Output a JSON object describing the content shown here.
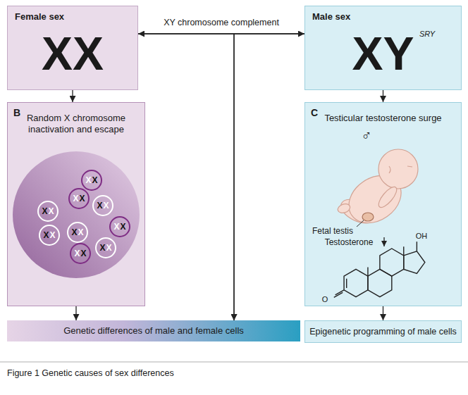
{
  "diagram": {
    "caption": "Figure 1 Genetic causes of sex differences",
    "nodes": [
      {
        "text": [
          "Female sex",
          "XX"
        ]
      },
      {
        "text": [
          "Male sex",
          "XY"
        ]
      },
      {
        "text": [
          "B",
          "Random X chromosome inactivation and escape"
        ]
      },
      {
        "text": [
          "C",
          "Testicular testosterone surge"
        ]
      },
      {
        "text": [
          "Genetic differences of male and female cells"
        ]
      },
      {
        "text": [
          "Epigenetic programming of male cells"
        ]
      }
    ],
    "edges": [
      {
        "from": 0,
        "to": 1,
        "arrow": "both",
        "label": "XY chromosome complement"
      },
      {
        "from": 0,
        "to": 2,
        "arrow": "to"
      },
      {
        "from": 1,
        "to": 3,
        "arrow": "to"
      },
      {
        "from": 2,
        "to": 4,
        "arrow": "to"
      },
      {
        "from": 3,
        "to": 5,
        "arrow": "to"
      },
      {
        "from": 0,
        "to": 4,
        "arrow": "to"
      },
      {
        "from": 1,
        "to": 4,
        "arrow": "to"
      }
    ],
    "labels": [
      "SRY",
      "X",
      "X",
      "X",
      "X",
      "X",
      "X",
      "X",
      "X",
      "X",
      "X",
      "X",
      "X",
      "X",
      "X",
      "X",
      "X",
      "X",
      "X",
      "♂",
      "Fetal testis",
      "Testosterone",
      "OH",
      "O"
    ]
  }
}
